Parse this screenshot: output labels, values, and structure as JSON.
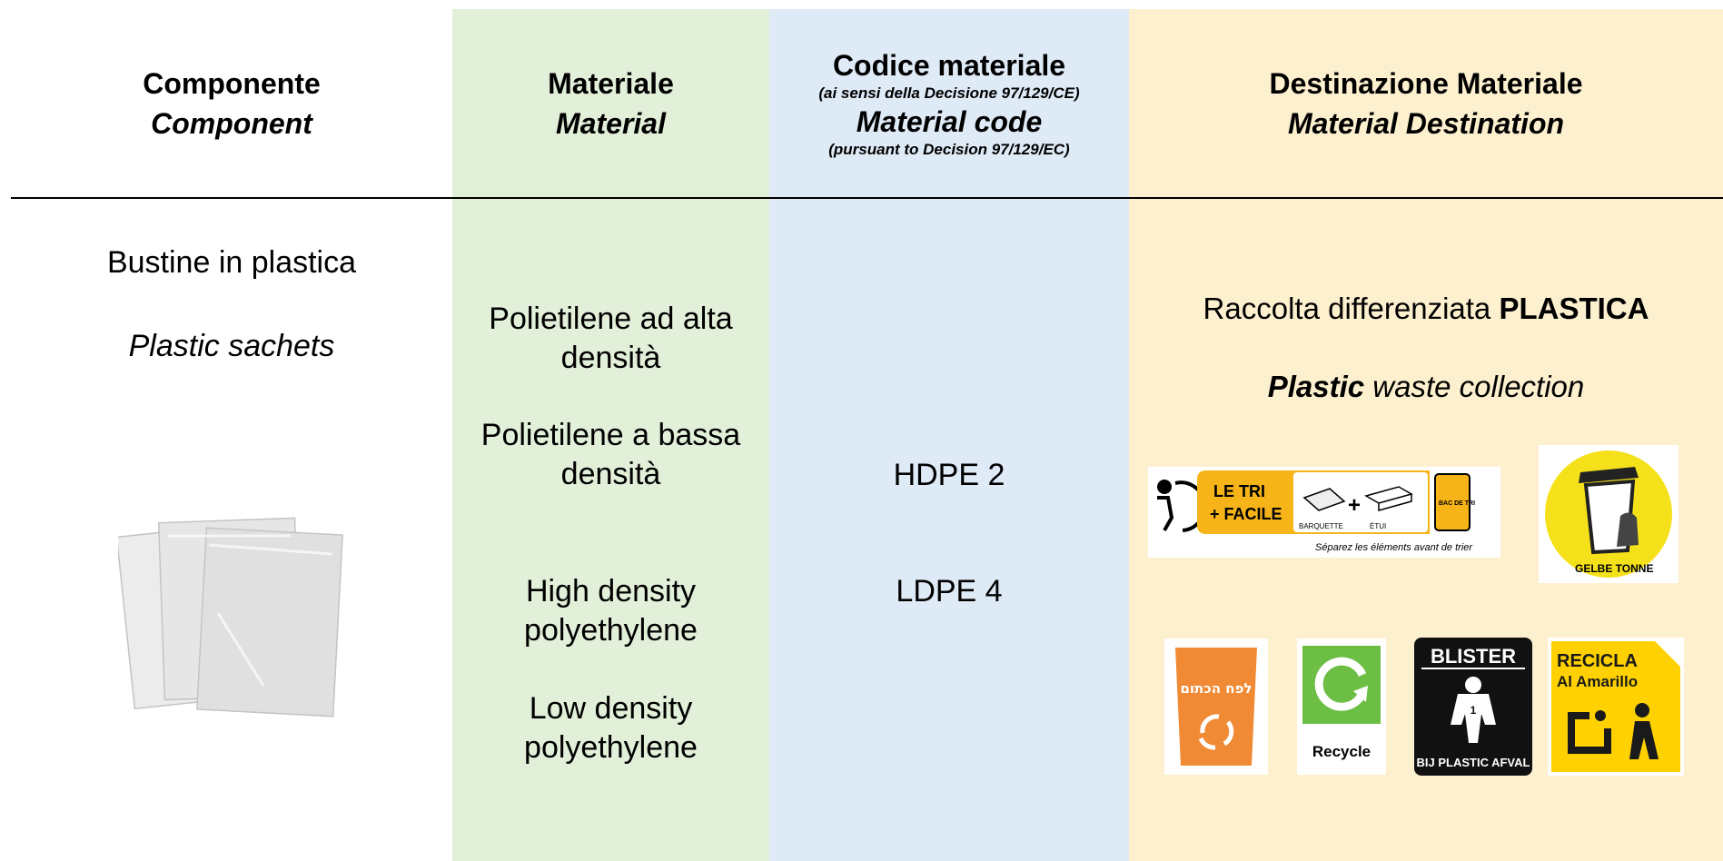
{
  "header": {
    "component_it": "Componente",
    "component_en": "Component",
    "material_it": "Materiale",
    "material_en": "Material",
    "code_it": "Codice materiale",
    "code_it_note": "(ai sensi della Decisione 97/129/CE)",
    "code_en": "Material code",
    "code_en_note": "(pursuant to Decision 97/129/EC)",
    "dest_it": "Destinazione Materiale",
    "dest_en": "Material Destination"
  },
  "row": {
    "component_it": "Bustine in plastica",
    "component_en": "Plastic sachets",
    "materials_it": [
      "Polietilene ad alta densità",
      "Polietilene a bassa densità"
    ],
    "materials_en": [
      "High density polyethylene",
      "Low density polyethylene"
    ],
    "codes": [
      "HDPE 2",
      "LDPE 4"
    ],
    "dest_it_prefix": "Raccolta differenziata ",
    "dest_it_bold": "PLASTICA",
    "dest_en_bold": "Plastic",
    "dest_en_rest": " waste collection"
  },
  "logos": {
    "triman": {
      "line1": "LE TRI",
      "line2": "+ FACILE",
      "item1": "BARQUETTE",
      "item2": "ÉTUI",
      "bin": "BAC DE TRI",
      "note": "Séparez les éléments avant de trier"
    },
    "gelbe": {
      "text": "GELBE TONNE"
    },
    "israel": {
      "text": "לפח הכתום"
    },
    "recycle": {
      "text": "Recycle"
    },
    "blister": {
      "top": "BLISTER",
      "bottom": "BIJ PLASTIC AFVAL",
      "num": "1"
    },
    "recicla": {
      "line1": "RECICLA",
      "line2": "Al Amarillo"
    }
  },
  "colors": {
    "material_bg": "#e2efd9",
    "code_bg": "#deeaf6",
    "dest_bg": "#fdf0cf",
    "triman_yellow": "#f6b418",
    "gelbe_yellow": "#f5e11a",
    "israel_orange": "#f08a35",
    "recycle_green": "#6cbe45",
    "recicla_yellow": "#ffd100"
  }
}
